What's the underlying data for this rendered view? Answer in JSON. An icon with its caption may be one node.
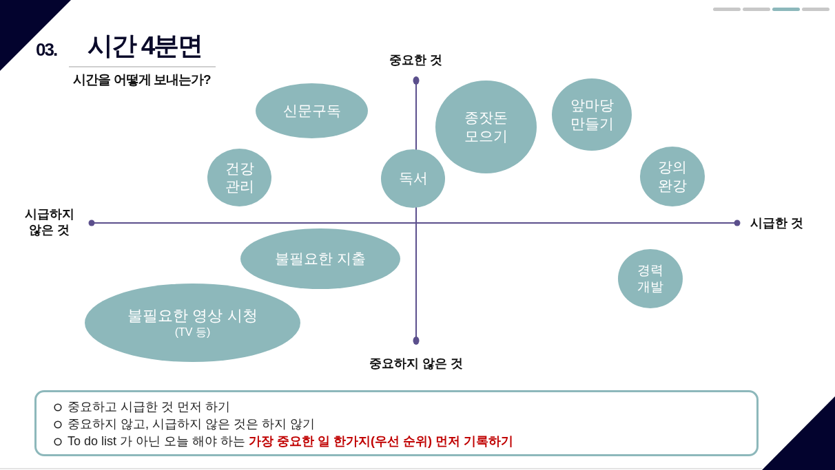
{
  "diagram": {
    "title": "시간 4분면",
    "nodes": [
      {
        "text": [
          "신문구독"
        ]
      },
      {
        "text": [
          "종잣돈 모으기"
        ]
      },
      {
        "text": [
          "앞마당 만들기"
        ]
      },
      {
        "text": [
          "건강 관리"
        ]
      },
      {
        "text": [
          "독서"
        ]
      },
      {
        "text": [
          "강의 완강"
        ]
      },
      {
        "text": [
          "불필요한 지출"
        ]
      },
      {
        "text": [
          "경력 개발"
        ]
      },
      {
        "text": [
          "불필요한 영상 시청",
          "(TV 등)"
        ]
      },
      {
        "text": [
          "중요하고 시급한 것 먼저 하기",
          "중요하지 않고, 시급하지 않은 것은 하지 않기",
          "To do list 가 아닌 오늘 해야 하는 **가장 중요한 일 한가지(우선 순위) 먼저 기록하기**"
        ]
      }
    ],
    "labels": [
      "03.",
      "시간을 어떻게 보내는가?",
      "중요한 것",
      "시급하지 않은 것",
      "시급한 것",
      "중요하지 않은 것"
    ]
  }
}
